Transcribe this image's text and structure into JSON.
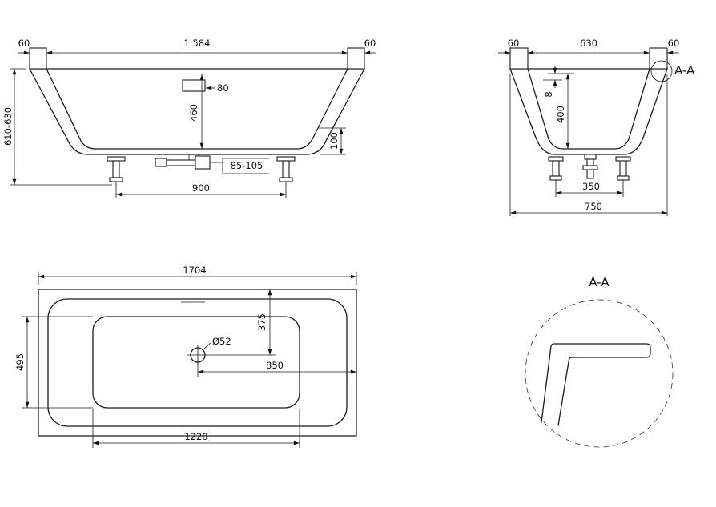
{
  "front_view": {
    "rim_left": "60",
    "length": "1 584",
    "rim_right": "60",
    "height": "610-630",
    "depth": "460",
    "overflow": "80",
    "skirt": "100",
    "trap_adjust": "85-105",
    "feet_span": "900"
  },
  "end_view": {
    "rim_left": "60",
    "width": "630",
    "rim_right": "60",
    "section": "A-A",
    "wall": "8",
    "depth": "400",
    "feet_span": "350",
    "overall": "750"
  },
  "plan_view": {
    "length": "1704",
    "width_inner": "495",
    "drain_cross": "375",
    "drain_dia": "Ø52",
    "drain_long": "850",
    "bottom_length": "1220"
  },
  "detail": {
    "title": "A-A"
  }
}
